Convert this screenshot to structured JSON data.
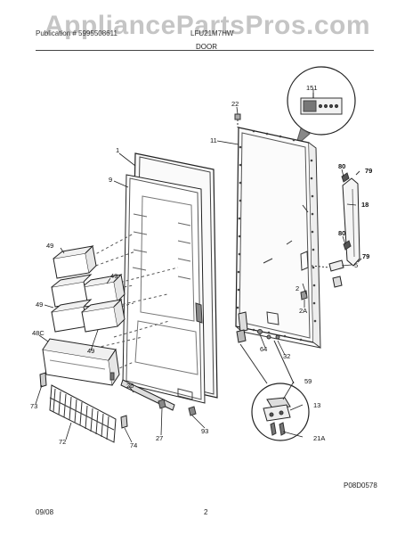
{
  "watermark": "AppliancePartsPros.com",
  "header": {
    "left_text": "Publication # 5995508611",
    "right_text": "LFU21M7HW",
    "section_title": "DOOR"
  },
  "callouts": {
    "c151": "151",
    "c22": "22",
    "c11": "11",
    "c1": "1",
    "c9": "9",
    "c80a": "80",
    "c79a": "79",
    "c18": "18",
    "c80b": "80",
    "c79b": "79",
    "c5": "5",
    "c49a": "49",
    "c49b": "49",
    "c49c": "49",
    "c49d": "49",
    "c48C": "48C",
    "c2": "2",
    "c2A": "2A",
    "c64": "64",
    "c32": "32",
    "c59": "59",
    "c13": "13",
    "c21A": "21A",
    "c26": "26",
    "c27": "27",
    "c93": "93",
    "c73": "73",
    "c72": "72",
    "c74": "74"
  },
  "footer": {
    "date": "09/08",
    "page": "2",
    "diagram_code": "P08D0578"
  }
}
